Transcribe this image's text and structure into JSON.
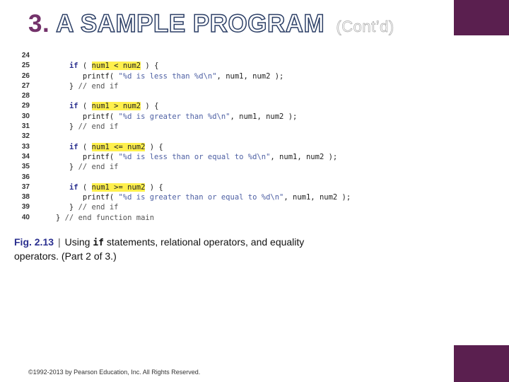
{
  "slide": {
    "title_number": "3.",
    "title_text": "A SAMPLE PROGRAM",
    "title_cont": "(Cont’d)",
    "accent_color": "#5a1f4f",
    "highlight_color": "#fff04d"
  },
  "code_lines": [
    {
      "n": "24",
      "parts": []
    },
    {
      "n": "25",
      "parts": [
        {
          "t": "      "
        },
        {
          "t": "if",
          "c": "kw"
        },
        {
          "t": " ( "
        },
        {
          "t": "num1 < num2",
          "c": "hl"
        },
        {
          "t": " ) {"
        }
      ]
    },
    {
      "n": "26",
      "parts": [
        {
          "t": "         printf( "
        },
        {
          "t": "\"%d is less than %d\\n\"",
          "c": "str"
        },
        {
          "t": ", num1, num2 );"
        }
      ]
    },
    {
      "n": "27",
      "parts": [
        {
          "t": "      } "
        },
        {
          "t": "// end if",
          "c": "cmt"
        }
      ]
    },
    {
      "n": "28",
      "parts": []
    },
    {
      "n": "29",
      "parts": [
        {
          "t": "      "
        },
        {
          "t": "if",
          "c": "kw"
        },
        {
          "t": " ( "
        },
        {
          "t": "num1 > num2",
          "c": "hl"
        },
        {
          "t": " ) {"
        }
      ]
    },
    {
      "n": "30",
      "parts": [
        {
          "t": "         printf( "
        },
        {
          "t": "\"%d is greater than %d\\n\"",
          "c": "str"
        },
        {
          "t": ", num1, num2 );"
        }
      ]
    },
    {
      "n": "31",
      "parts": [
        {
          "t": "      } "
        },
        {
          "t": "// end if",
          "c": "cmt"
        }
      ]
    },
    {
      "n": "32",
      "parts": []
    },
    {
      "n": "33",
      "parts": [
        {
          "t": "      "
        },
        {
          "t": "if",
          "c": "kw"
        },
        {
          "t": " ( "
        },
        {
          "t": "num1 <= num2",
          "c": "hl"
        },
        {
          "t": " ) {"
        }
      ]
    },
    {
      "n": "34",
      "parts": [
        {
          "t": "         printf( "
        },
        {
          "t": "\"%d is less than or equal to %d\\n\"",
          "c": "str"
        },
        {
          "t": ", num1, num2 );"
        }
      ]
    },
    {
      "n": "35",
      "parts": [
        {
          "t": "      } "
        },
        {
          "t": "// end if",
          "c": "cmt"
        }
      ]
    },
    {
      "n": "36",
      "parts": []
    },
    {
      "n": "37",
      "parts": [
        {
          "t": "      "
        },
        {
          "t": "if",
          "c": "kw"
        },
        {
          "t": " ( "
        },
        {
          "t": "num1 >= num2",
          "c": "hl"
        },
        {
          "t": " ) {"
        }
      ]
    },
    {
      "n": "38",
      "parts": [
        {
          "t": "         printf( "
        },
        {
          "t": "\"%d is greater than or equal to %d\\n\"",
          "c": "str"
        },
        {
          "t": ", num1, num2 );"
        }
      ]
    },
    {
      "n": "39",
      "parts": [
        {
          "t": "      } "
        },
        {
          "t": "// end if",
          "c": "cmt"
        }
      ]
    },
    {
      "n": "40",
      "parts": [
        {
          "t": "   } "
        },
        {
          "t": "// end function main",
          "c": "cmt"
        }
      ]
    }
  ],
  "caption": {
    "label": "Fig. 2.13",
    "separator": "|",
    "text_before": "Using ",
    "mono": "if",
    "text_after": " statements, relational operators, and equality operators. (Part 2 of 3.)"
  },
  "footer": {
    "copyright": "©1992-2013 by Pearson Education, Inc. All Rights Reserved."
  }
}
